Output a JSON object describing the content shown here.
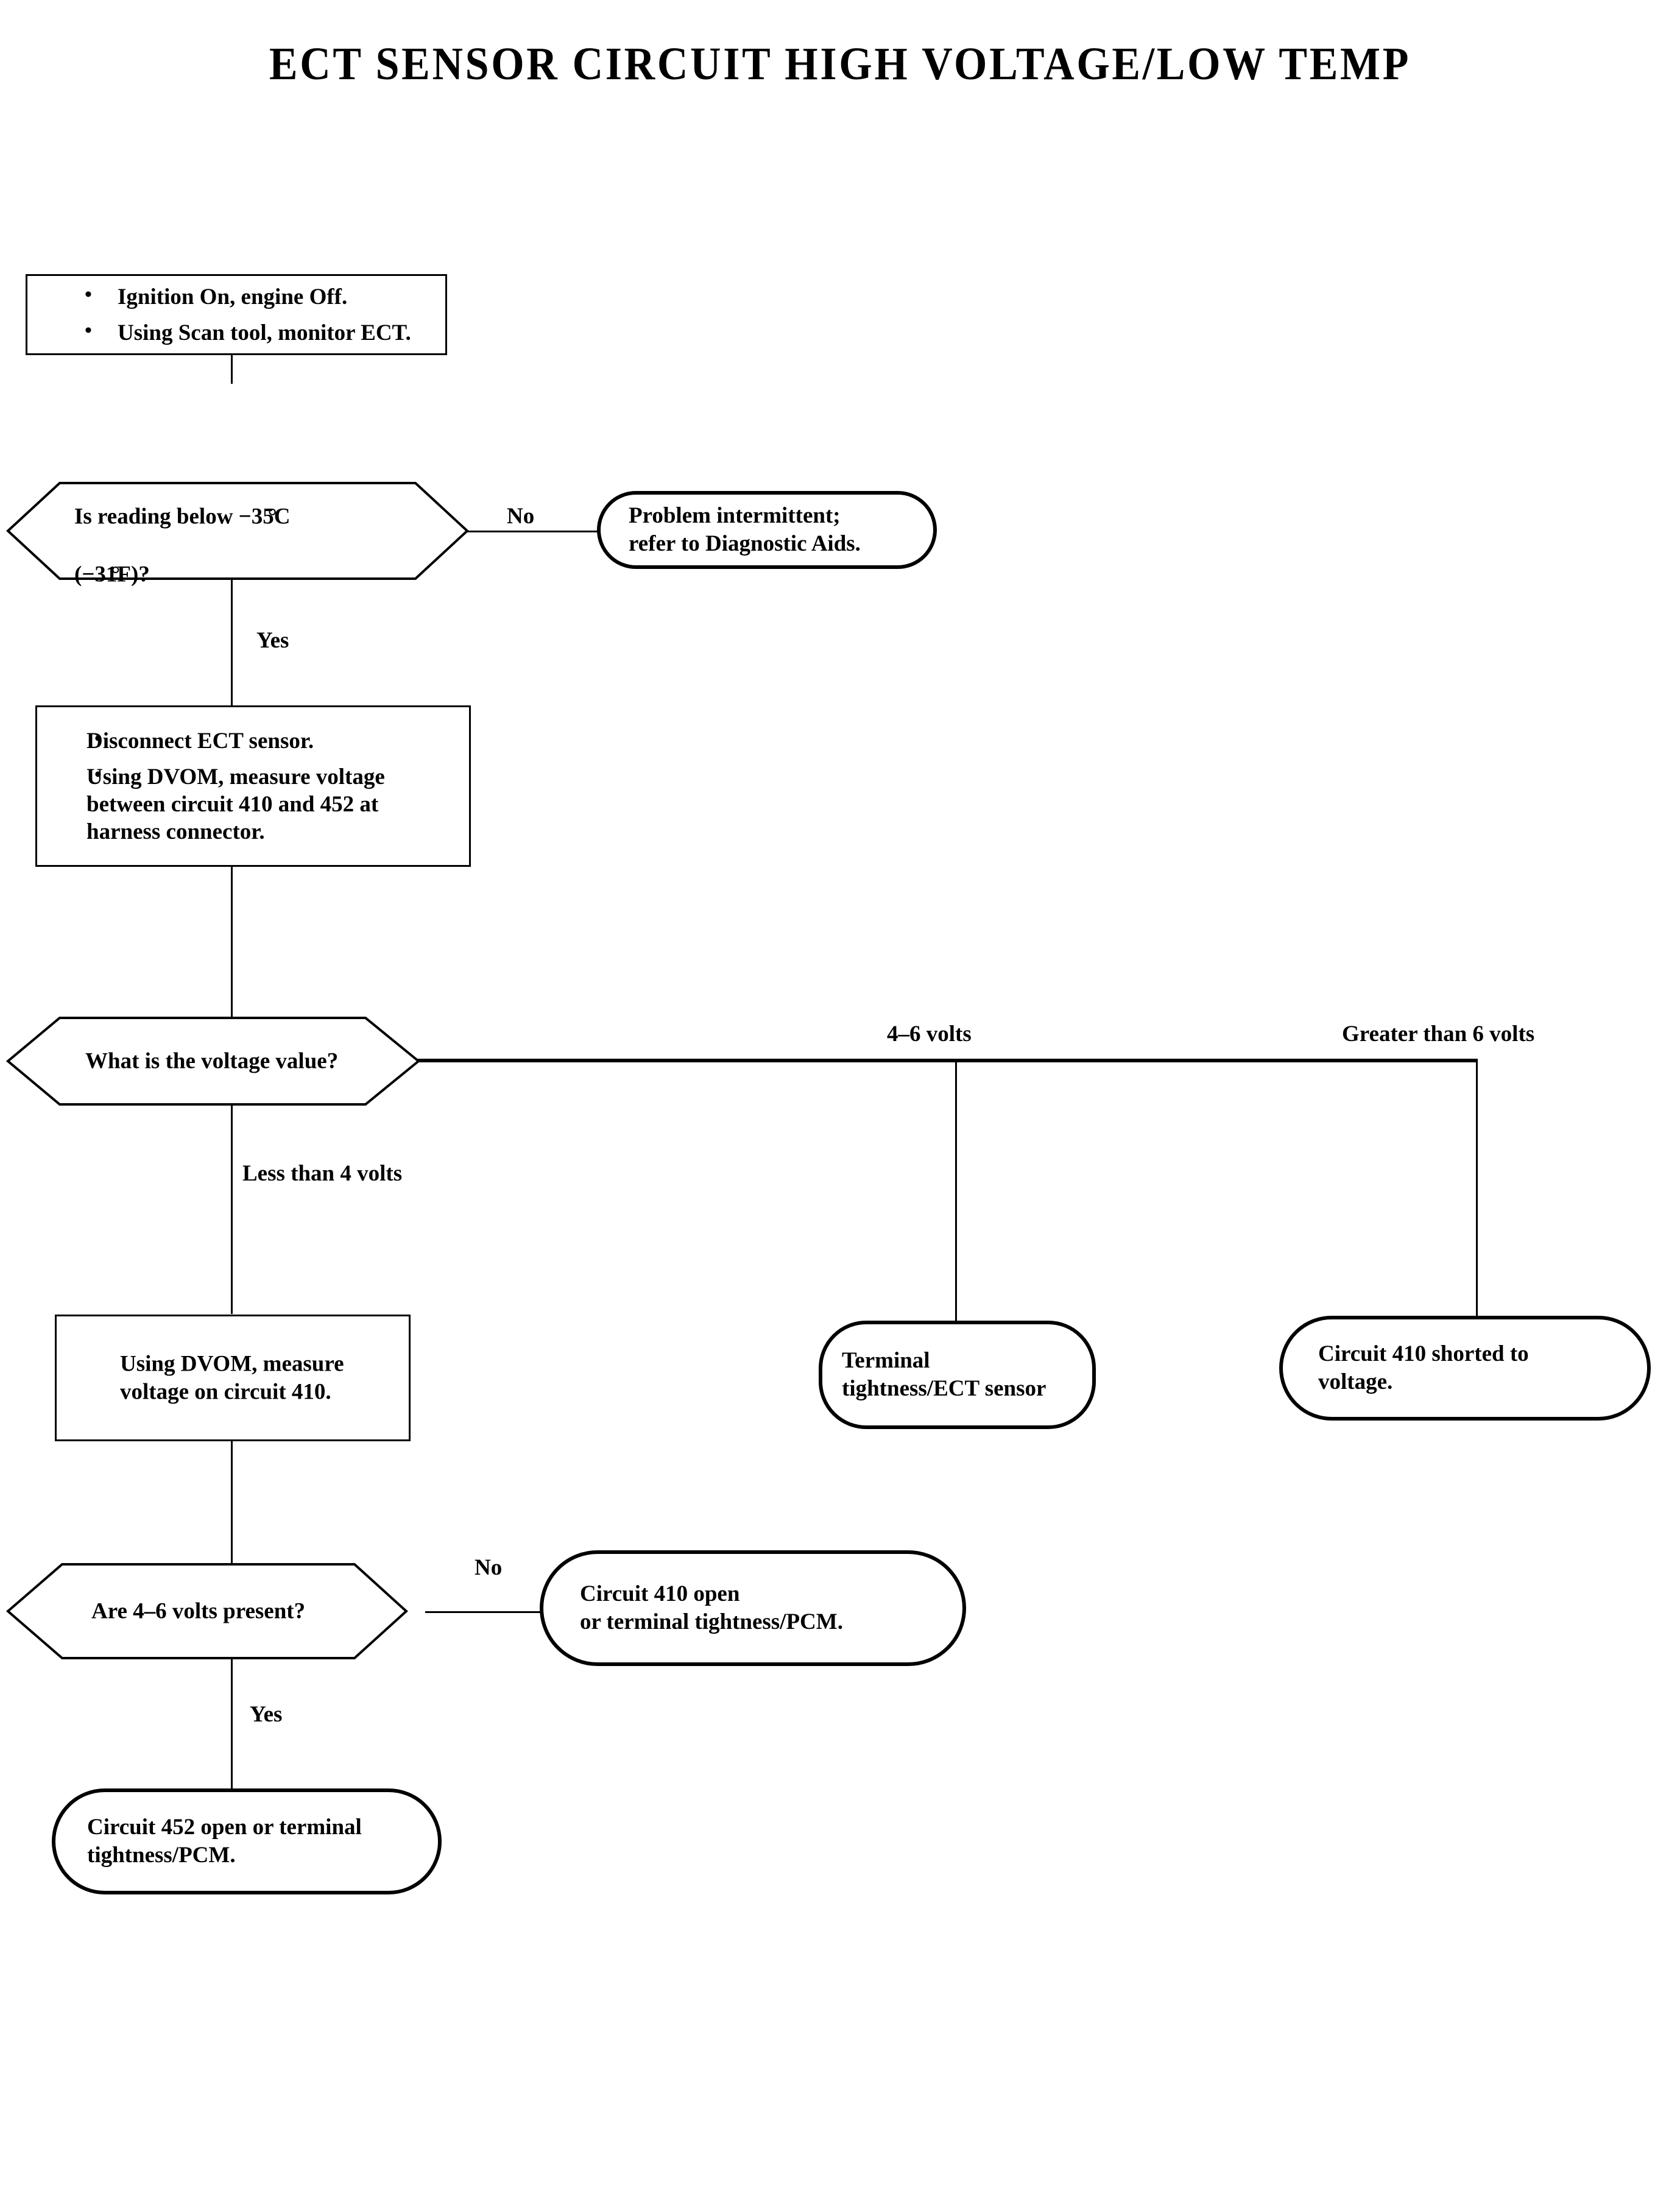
{
  "title": "ECT SENSOR CIRCUIT HIGH VOLTAGE/LOW TEMP",
  "nodes": {
    "step1": {
      "type": "process",
      "bullets": [
        "Ignition On, engine Off.",
        "Using Scan tool, monitor ECT."
      ]
    },
    "decision1": {
      "type": "decision",
      "text_line1_a": "Is reading below −35",
      "text_line1_deg": "°",
      "text_line1_b": "C",
      "text_line2_a": "(−31",
      "text_line2_deg": "°",
      "text_line2_b": "F)?"
    },
    "result_intermittent": {
      "type": "terminator",
      "text": "Problem intermittent;\nrefer to Diagnostic Aids."
    },
    "step2": {
      "type": "process",
      "bullets": [
        "Disconnect ECT sensor.",
        "Using DVOM, measure voltage between circuit 410 and 452 at harness connector."
      ]
    },
    "decision2": {
      "type": "decision",
      "text": "What is the voltage value?"
    },
    "step3": {
      "type": "process",
      "text": "Using DVOM, measure\nvoltage on circuit 410."
    },
    "result_terminal_tightness": {
      "type": "terminator",
      "text": "Terminal\ntightness/ECT sensor"
    },
    "result_shorted": {
      "type": "terminator",
      "text": "Circuit 410 shorted to\nvoltage."
    },
    "decision3": {
      "type": "decision",
      "text": "Are 4–6 volts present?"
    },
    "result_410_open": {
      "type": "terminator",
      "text": "Circuit 410 open\nor terminal tightness/PCM."
    },
    "result_452_open": {
      "type": "terminator",
      "text": "Circuit 452 open or terminal\ntightness/PCM."
    }
  },
  "edge_labels": {
    "d1_no": "No",
    "d1_yes": "Yes",
    "d2_less_than_4": "Less than 4 volts",
    "d2_4_to_6": "4–6 volts",
    "d2_greater_than_6": "Greater than 6 volts",
    "d3_no": "No",
    "d3_yes": "Yes"
  },
  "colors": {
    "ink": "#000000",
    "paper": "#ffffff"
  }
}
